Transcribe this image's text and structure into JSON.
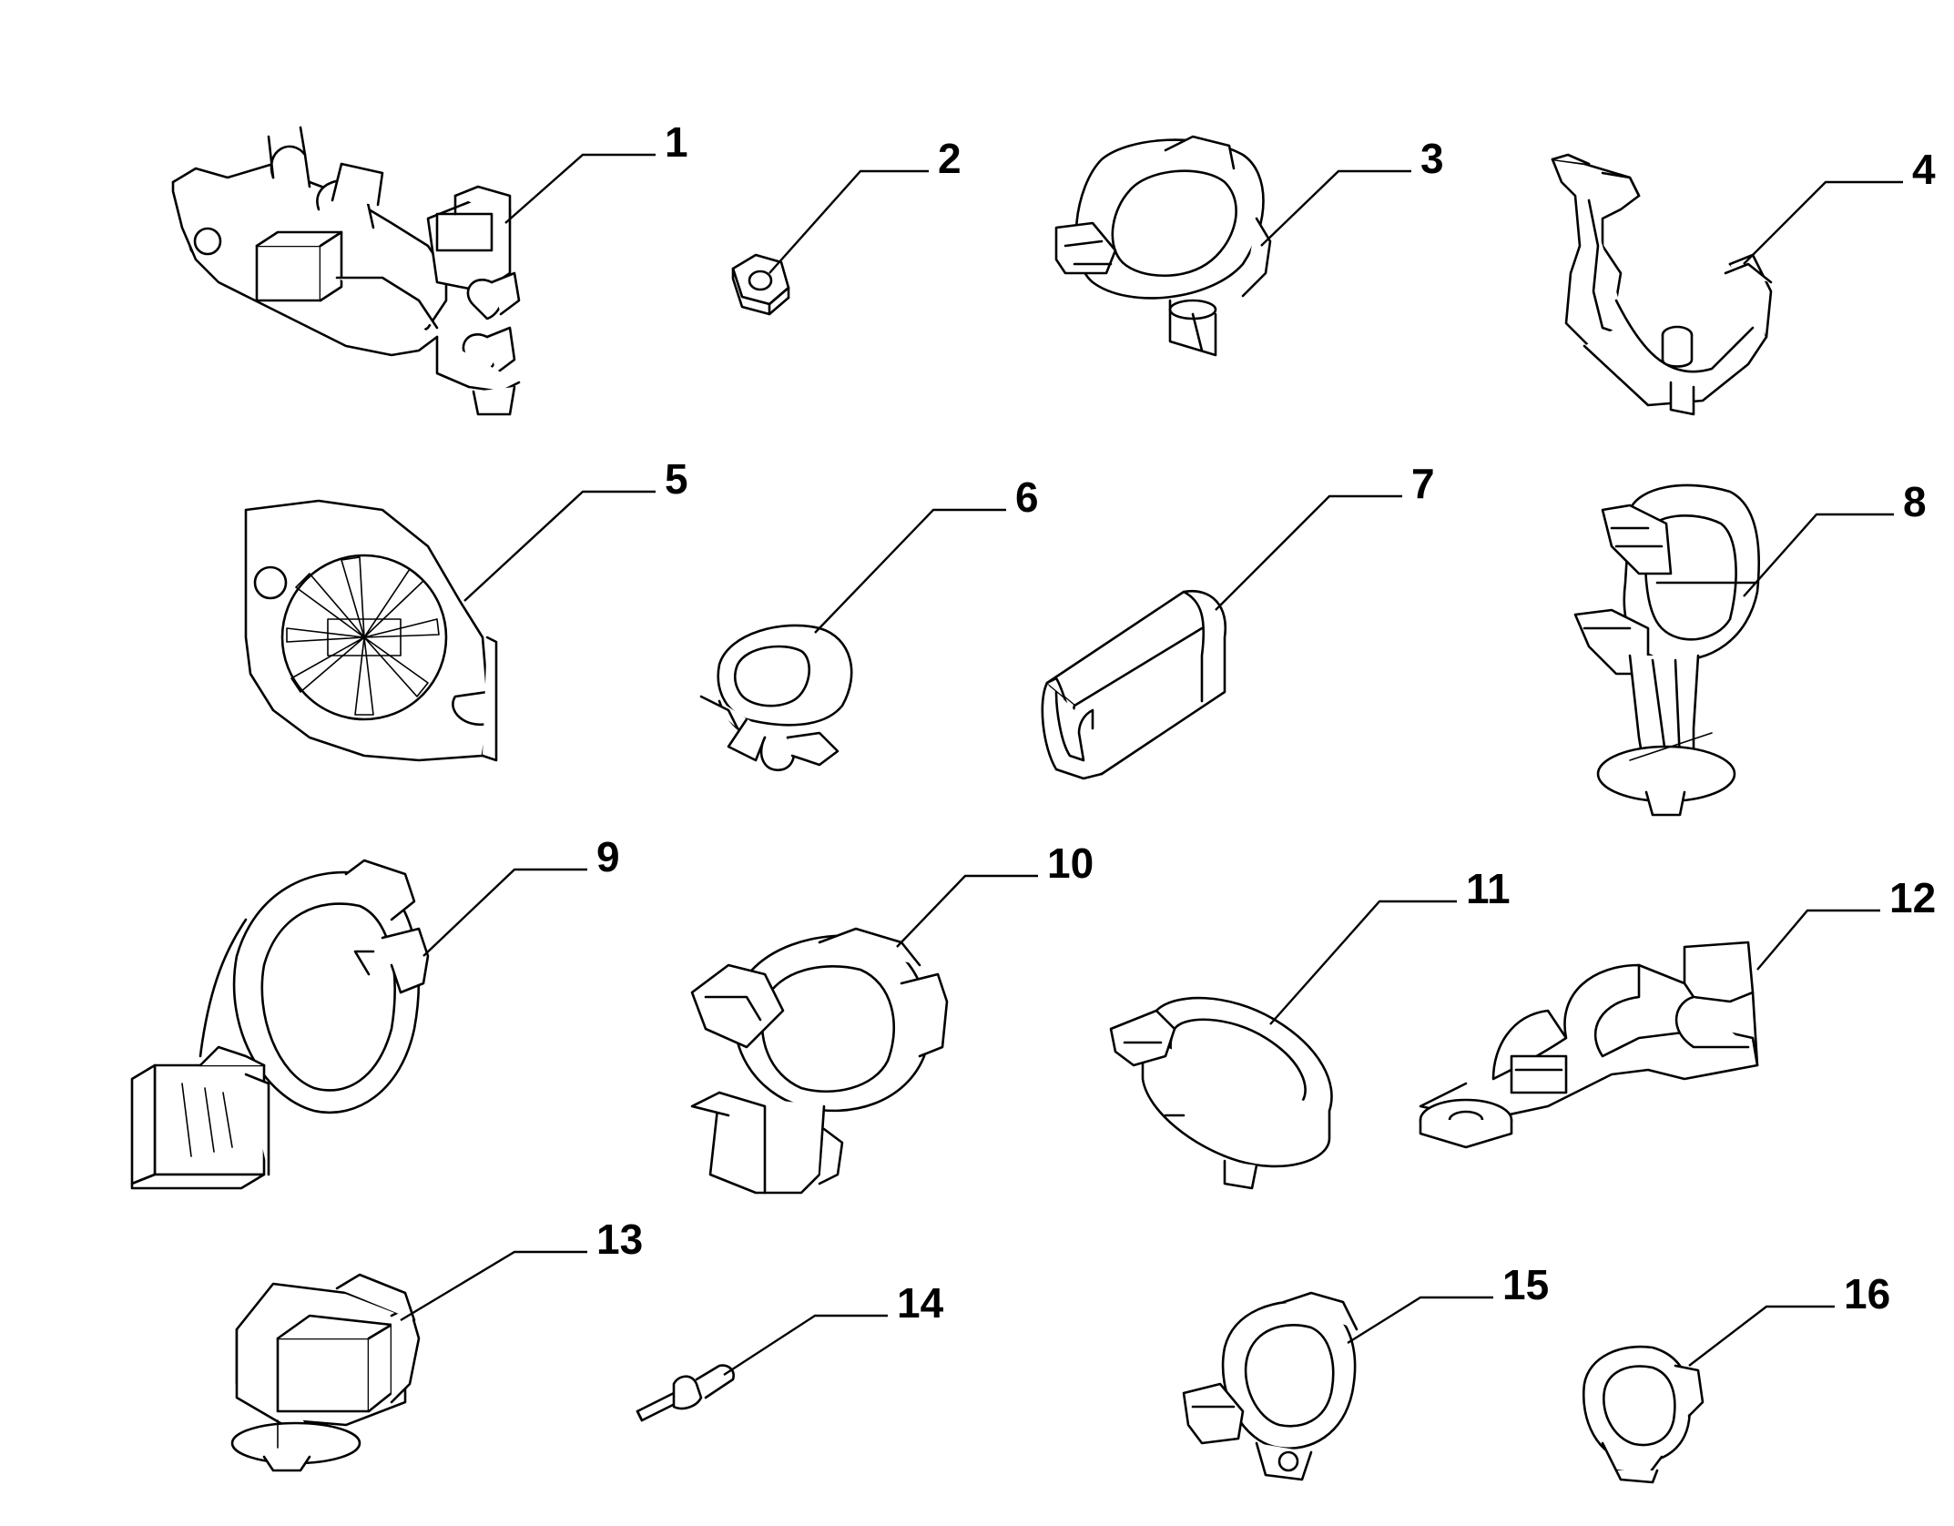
{
  "parts": [
    {
      "id": "part-1",
      "label": "1"
    },
    {
      "id": "part-2",
      "label": "2"
    },
    {
      "id": "part-3",
      "label": "3"
    },
    {
      "id": "part-4",
      "label": "4"
    },
    {
      "id": "part-5",
      "label": "5"
    },
    {
      "id": "part-6",
      "label": "6"
    },
    {
      "id": "part-7",
      "label": "7"
    },
    {
      "id": "part-8",
      "label": "8"
    },
    {
      "id": "part-9",
      "label": "9"
    },
    {
      "id": "part-10",
      "label": "10"
    },
    {
      "id": "part-11",
      "label": "11"
    },
    {
      "id": "part-12",
      "label": "12"
    },
    {
      "id": "part-13",
      "label": "13"
    },
    {
      "id": "part-14",
      "label": "14"
    },
    {
      "id": "part-15",
      "label": "15"
    },
    {
      "id": "part-16",
      "label": "16"
    }
  ]
}
